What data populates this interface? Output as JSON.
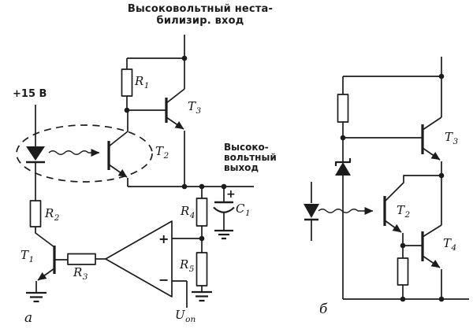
{
  "texts": {
    "input_label": {
      "line1": "Высоковольтный неста-",
      "line2": "билизир. вход"
    },
    "supply_label": "+15 В",
    "output_label": {
      "line1": "Высоко-",
      "line2": "вольтный",
      "line3": "выход"
    },
    "caption_a": "а",
    "caption_b": "б",
    "opamp": {
      "plus": "+",
      "minus": "−"
    },
    "cap_polarity": "+",
    "uref": {
      "base": "U",
      "sub": "оп"
    }
  },
  "components": {
    "circuit_a": {
      "r1": {
        "base": "R",
        "sub": "1"
      },
      "r2": {
        "base": "R",
        "sub": "2"
      },
      "r3": {
        "base": "R",
        "sub": "3"
      },
      "r4": {
        "base": "R",
        "sub": "4"
      },
      "r5": {
        "base": "R",
        "sub": "5"
      },
      "c1": {
        "base": "C",
        "sub": "1"
      },
      "t1": {
        "base": "T",
        "sub": "1"
      },
      "t2": {
        "base": "T",
        "sub": "2"
      },
      "t3": {
        "base": "T",
        "sub": "3"
      }
    },
    "circuit_b": {
      "t2": {
        "base": "T",
        "sub": "2"
      },
      "t3": {
        "base": "T",
        "sub": "3"
      },
      "t4": {
        "base": "T",
        "sub": "4"
      }
    }
  },
  "colors": {
    "ink": "#1c1c1c",
    "background": "#ffffff"
  }
}
